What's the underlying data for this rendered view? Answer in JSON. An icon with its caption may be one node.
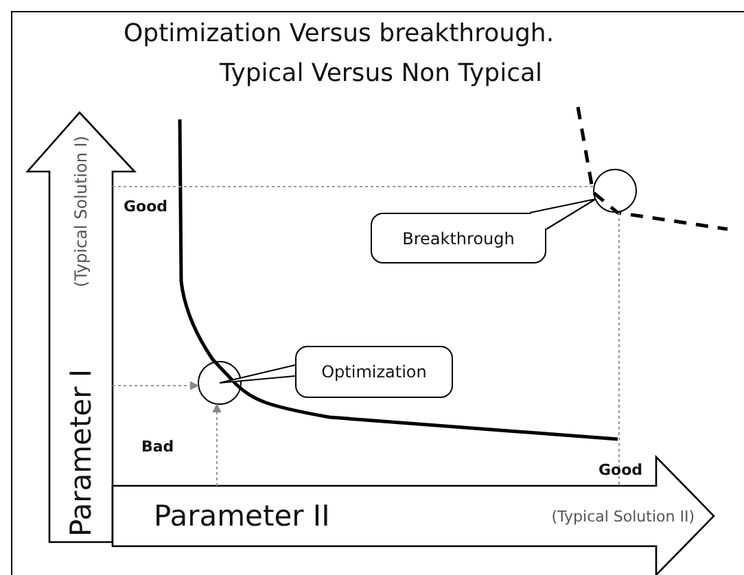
{
  "diagram": {
    "title": "Optimization Versus breakthrough.",
    "nodes": [
      {
        "text": [
          "Parameter I",
          "(Typical Solution I)"
        ]
      },
      {
        "text": [],
        "shape": "circle"
      },
      {
        "text": [
          "Breakthrough"
        ]
      },
      {
        "text": [
          "Optimization"
        ]
      },
      {
        "text": [],
        "shape": "circle"
      },
      {
        "text": [
          "Parameter II",
          "(Typical Solution II)"
        ]
      }
    ],
    "edges": [
      {
        "from": 2,
        "to": 1,
        "arrow": "none",
        "color": "#000000"
      },
      {
        "from": 3,
        "to": 4,
        "arrow": "none",
        "color": "#000000"
      },
      {
        "from": 0,
        "to": 4,
        "arrow": "to",
        "style": "dashed"
      },
      {
        "from": 5,
        "to": 4,
        "arrow": "to",
        "style": "dashed"
      },
      {
        "from": 0,
        "to": 1,
        "arrow": "none",
        "style": "dashed"
      },
      {
        "from": 1,
        "to": 5,
        "arrow": "none",
        "style": "dashed"
      }
    ],
    "labels": [
      "Typical Versus Non Typical",
      "Good",
      "Bad",
      "Good"
    ]
  }
}
